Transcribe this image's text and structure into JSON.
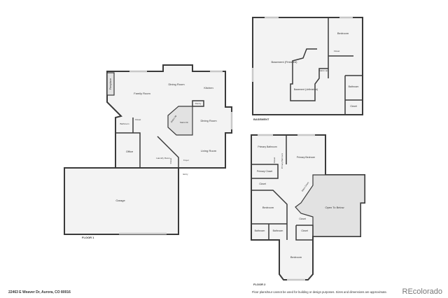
{
  "floor1": {
    "caption": "FLOOR 1",
    "rooms": {
      "family_room": "Family Room",
      "dining_room": "Dining Room",
      "kitchen": "Kitchen",
      "fireplace": "Fireplace",
      "pantry": "Pantry",
      "stairs_up": "Stairs Up",
      "stairs_dn": "Stairs Dn",
      "dining_room_2": "Dining Room",
      "bathroom": "Bathroom",
      "closet": "Closet",
      "office": "Office",
      "laundry_room": "Laundry Room",
      "closet_2": "Closet",
      "foyer": "Foyer",
      "living_room": "Living Room",
      "entry": "Entry",
      "garage": "Garage"
    }
  },
  "basement": {
    "caption": "BASEMENT",
    "rooms": {
      "bedroom": "Bedroom",
      "closet": "Closet",
      "finished": "Basement (Finished)",
      "stairs": "Stairs Up",
      "unfinished": "Basement (Unfinished)",
      "bathroom": "Bathroom",
      "closet_2": "Closet"
    }
  },
  "floor2": {
    "caption": "FLOOR 2",
    "rooms": {
      "primary_bathroom": "Primary Bathroom",
      "primary_bedroom": "Primary Bedroom",
      "closet_v": "Closet",
      "primary_bathroom_v": "Primary Bathroom",
      "primary_closet": "Primary Closet",
      "closet": "Closet",
      "stairs_down": "Stairs Down",
      "bedroom": "Bedroom",
      "open_to_below": "Open To Below",
      "closet_2": "Closet",
      "bathroom": "Bathroom",
      "bathroom_2": "Bathroom",
      "closet_3": "Closet",
      "bedroom_2": "Bedroom"
    }
  },
  "footer": {
    "address": "22463 E Weaver Dr, Aurora, CO 80016",
    "disclaimer": "Floor plans/tour cannot be used for building or design purposes. Sizes and dimensions are approximate.",
    "brand": "REcolorado"
  }
}
